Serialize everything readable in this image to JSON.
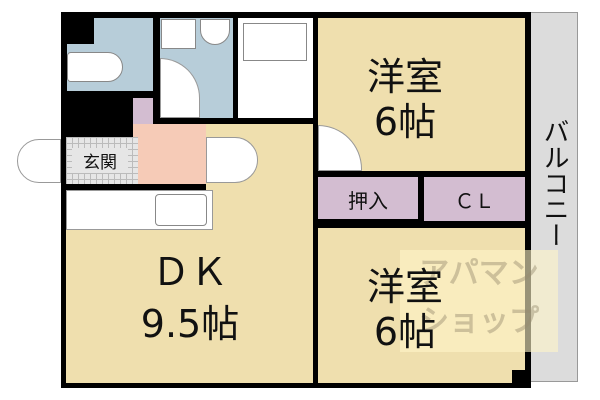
{
  "rooms": {
    "western_top": {
      "name": "洋室",
      "size": "6帖"
    },
    "western_bottom": {
      "name": "洋室",
      "size": "6帖"
    },
    "dk": {
      "name": "ＤＫ",
      "size": "9.5帖"
    },
    "entrance": "玄関",
    "closet_oshiire": "押入",
    "closet_cl": "ＣＬ",
    "balcony": "バルコニー"
  },
  "watermark": "アパマンショップ",
  "colors": {
    "wet_area": "#b7cdd9",
    "room": "#efdfae",
    "storage": "#d3bdd1",
    "entry_hall": "#f6cbb7",
    "balcony": "#dcdcdc"
  }
}
